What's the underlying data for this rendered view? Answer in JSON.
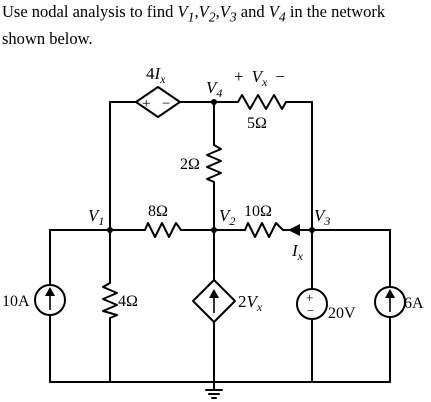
{
  "question": {
    "prefix": "Use nodal analysis to find ",
    "unknowns": [
      "V1",
      "V2",
      "V3"
    ],
    "suffix": " and V4 in the network shown below."
  },
  "nodes": {
    "v1": {
      "base": "V",
      "sub": "1"
    },
    "v2": {
      "base": "V",
      "sub": "2"
    },
    "v3": {
      "base": "V",
      "sub": "3"
    },
    "v4": {
      "base": "V",
      "sub": "4"
    }
  },
  "components": {
    "dep_vsource_top": {
      "coef": "4",
      "var": "I",
      "sub": "x"
    },
    "vx_label": {
      "plus": "+",
      "base": "V",
      "sub": "x",
      "minus": "−"
    },
    "r_top": "5Ω",
    "r_vertical": "2Ω",
    "r_v1_v2": "8Ω",
    "r_v2_v3": "10Ω",
    "ix_label": {
      "base": "I",
      "sub": "x"
    },
    "isource_left": "10A",
    "r_left": "4Ω",
    "dep_isource": {
      "coef": "2",
      "var": "V",
      "sub": "x"
    },
    "vsource": "20V",
    "isource_right": "6A"
  },
  "icons": [
    "current-source-up-arrow",
    "dependent-source-diamond",
    "resistor-zigzag",
    "ground-symbol"
  ]
}
